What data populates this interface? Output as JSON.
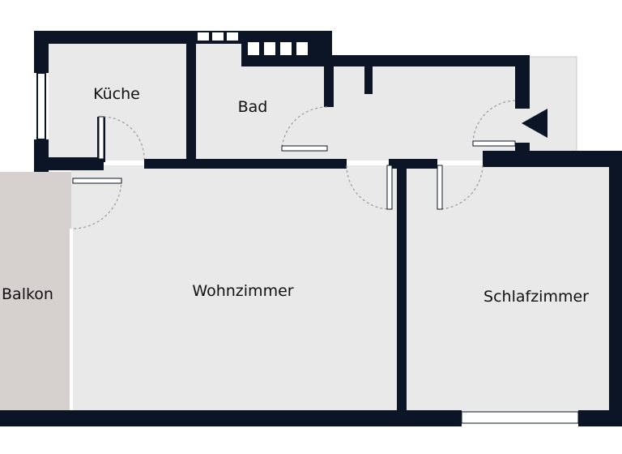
{
  "floorplan": {
    "rooms": {
      "kueche": "Küche",
      "bad": "Bad",
      "balkon": "Balkon",
      "wohnzimmer": "Wohnzimmer",
      "schlafzimmer": "Schlafzimmer"
    },
    "colors": {
      "wall": "#0c1526",
      "floor": "#e9e9e9",
      "balcony": "#d6d1cf",
      "window": "#ffffff",
      "door_line": "#9a9a9a"
    },
    "entrance_marker": "entrance-arrow-icon"
  }
}
